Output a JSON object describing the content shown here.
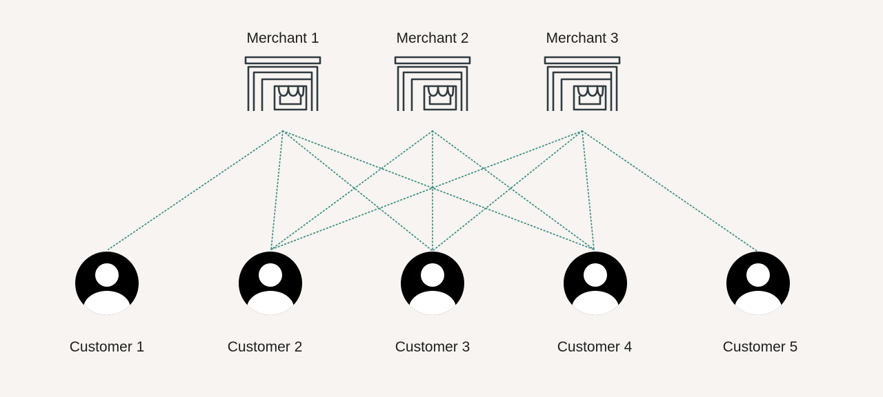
{
  "colors": {
    "background": "#f8f4f1",
    "link": "#3f8f86",
    "icon_stroke": "#2f3b40",
    "avatar": "#000000"
  },
  "merchants": [
    {
      "label": "Merchant 1",
      "icon": "store-icon"
    },
    {
      "label": "Merchant 2",
      "icon": "store-icon"
    },
    {
      "label": "Merchant 3",
      "icon": "store-icon"
    }
  ],
  "customers": [
    {
      "label": "Customer 1",
      "icon": "user-avatar-icon"
    },
    {
      "label": "Customer 2",
      "icon": "user-avatar-icon"
    },
    {
      "label": "Customer 3",
      "icon": "user-avatar-icon"
    },
    {
      "label": "Customer 4",
      "icon": "user-avatar-icon"
    },
    {
      "label": "Customer 5",
      "icon": "user-avatar-icon"
    }
  ],
  "links": [
    {
      "merchant": 1,
      "customer": 1
    },
    {
      "merchant": 1,
      "customer": 2
    },
    {
      "merchant": 1,
      "customer": 3
    },
    {
      "merchant": 1,
      "customer": 4
    },
    {
      "merchant": 2,
      "customer": 2
    },
    {
      "merchant": 2,
      "customer": 3
    },
    {
      "merchant": 2,
      "customer": 4
    },
    {
      "merchant": 3,
      "customer": 2
    },
    {
      "merchant": 3,
      "customer": 3
    },
    {
      "merchant": 3,
      "customer": 4
    },
    {
      "merchant": 3,
      "customer": 5
    }
  ]
}
